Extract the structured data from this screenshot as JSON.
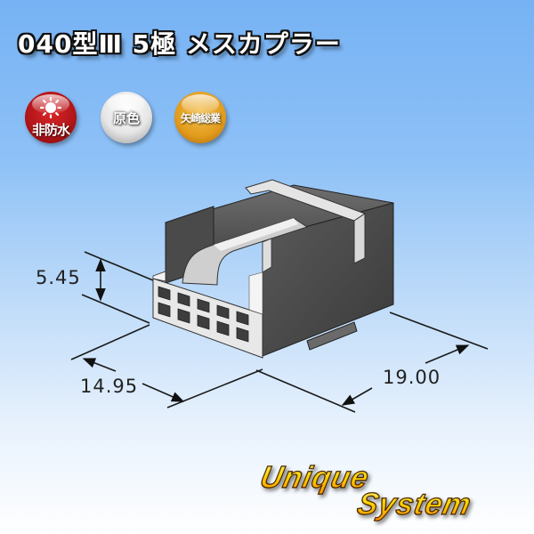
{
  "title": "040型Ⅲ 5極 メスカプラー",
  "badges": [
    {
      "label": "非防水",
      "icon": "sun-icon",
      "color": "#b01518"
    },
    {
      "label": "原色",
      "color": "#e6e6e6"
    },
    {
      "label": "矢崎総業",
      "color": "#e29b1c"
    }
  ],
  "dimensions": {
    "height": "5.45",
    "width": "14.95",
    "depth": "19.00"
  },
  "logo": {
    "line1": "Unique",
    "line2": "System"
  },
  "colors": {
    "background_top": "#76b2f4",
    "background_bottom": "#ffffff",
    "connector_body": "#4a4a4a",
    "connector_face": "#e8e8e8"
  }
}
